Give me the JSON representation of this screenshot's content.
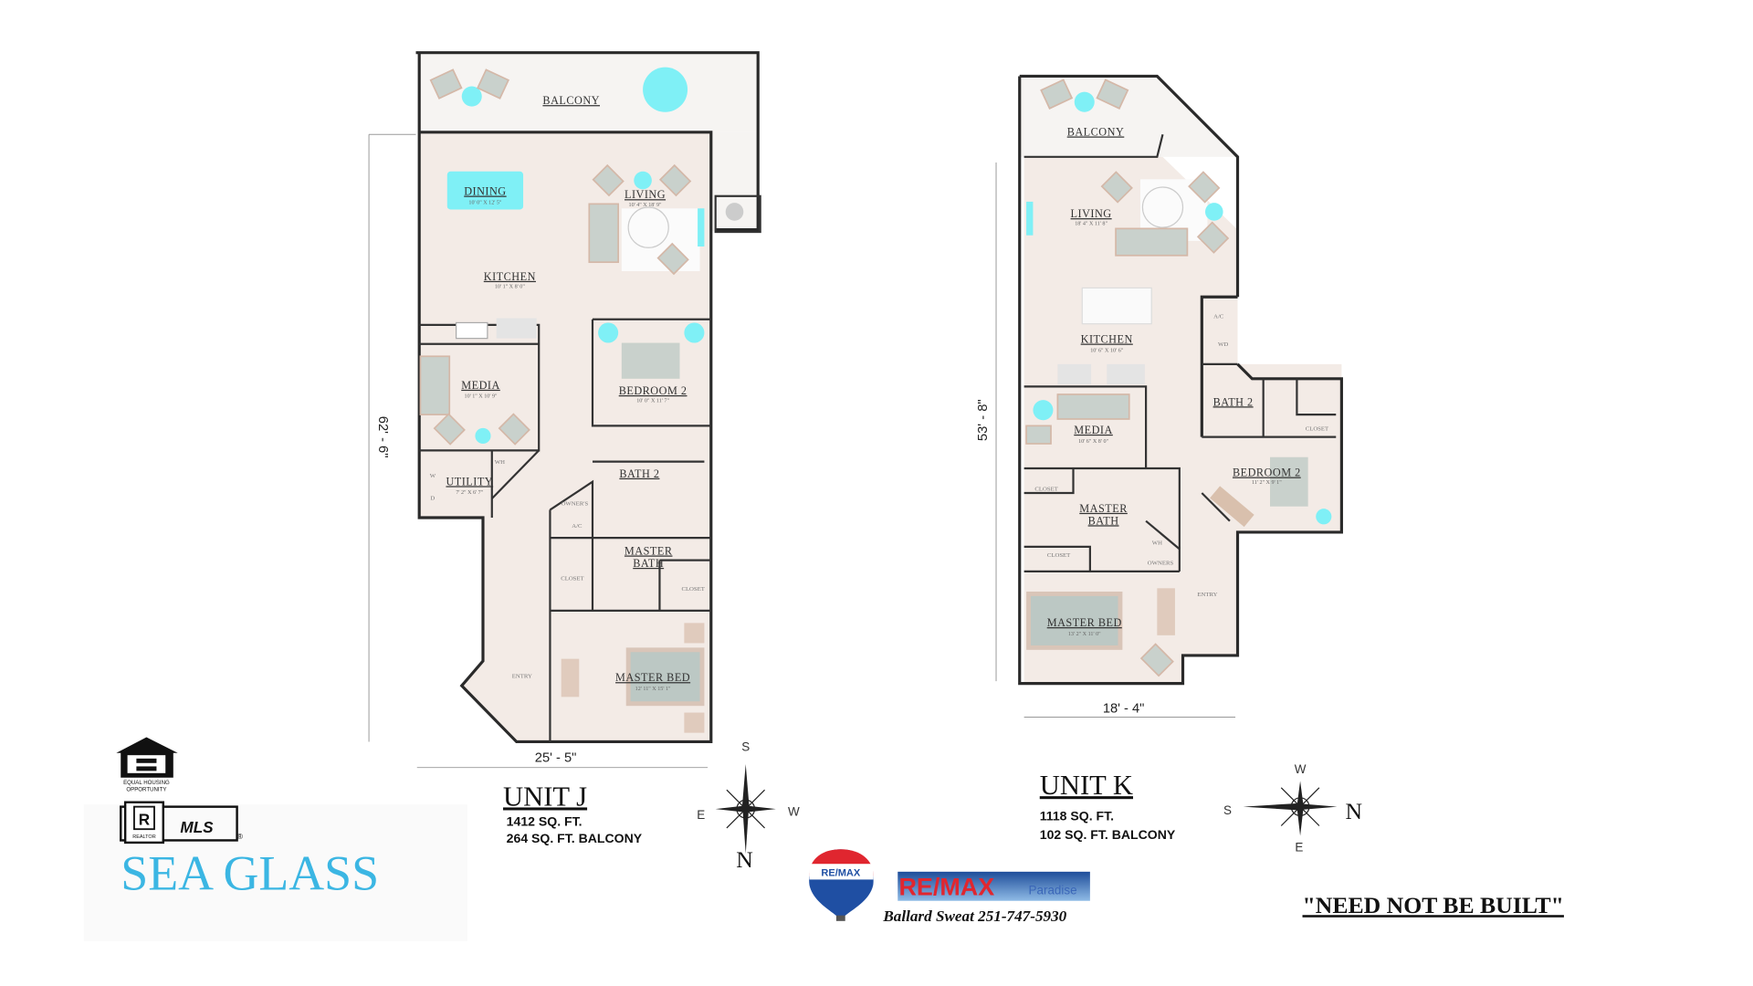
{
  "unit_j": {
    "title": "UNIT J",
    "sqft": "1412 SQ. FT.",
    "balcony_sqft": "264 SQ. FT. BALCONY",
    "dim_vertical": "62' - 6\"",
    "dim_horizontal": "25' - 5\"",
    "rooms": {
      "balcony": "BALCONY",
      "dining": "DINING",
      "dining_dim": "10' 0\" X 12' 5\"",
      "living": "LIVING",
      "living_dim": "10' 4\" X 18' 9\"",
      "kitchen": "KITCHEN",
      "kitchen_dim": "10' 1\" X 8' 0\"",
      "media": "MEDIA",
      "media_dim": "10' 1\" X 10' 9\"",
      "bedroom2": "BEDROOM 2",
      "bedroom2_dim": "10' 0\" X 11' 7\"",
      "utility": "UTILITY",
      "utility_dim": "7' 2\" X 6' 7\"",
      "bath2": "BATH 2",
      "owners": "OWNER'S",
      "ac": "A/C",
      "closet1": "CLOSET",
      "master_bath_1": "MASTER",
      "master_bath_2": "BATH",
      "closet2": "CLOSET",
      "entry": "ENTRY",
      "master_bed": "MASTER BED",
      "master_bed_dim": "12' 11\" X 15' 1\"",
      "wh": "WH",
      "w": "W",
      "d": "D"
    },
    "compass": {
      "top": "S",
      "left": "E",
      "right": "W",
      "bottom": "N"
    }
  },
  "unit_k": {
    "title": "UNIT K",
    "sqft": "1118 SQ. FT.",
    "balcony_sqft": "102 SQ. FT. BALCONY",
    "dim_vertical": "53' - 8\"",
    "dim_horizontal": "18' - 4\"",
    "rooms": {
      "balcony": "BALCONY",
      "living": "LIVING",
      "living_dim": "18' 4\" X 11' 8\"",
      "kitchen": "KITCHEN",
      "kitchen_dim": "10' 6\" X 10' 6\"",
      "media": "MEDIA",
      "media_dim": "10' 6\" X 8' 0\"",
      "closet1": "CLOSET",
      "master_bath_1": "MASTER",
      "master_bath_2": "BATH",
      "closet2": "CLOSET",
      "wh": "WH",
      "owners": "OWNERS",
      "entry": "ENTRY",
      "master_bed": "MASTER BED",
      "master_bed_dim": "13' 2\" X 11' 0\"",
      "ac": "A/C",
      "wd": "WD",
      "bath2": "BATH 2",
      "closet3": "CLOSET",
      "bedroom2": "BEDROOM 2",
      "bedroom2_dim": "11' 2\" X 9' 1\""
    },
    "compass": {
      "top": "W",
      "left": "S",
      "bottom": "E",
      "right": "N"
    }
  },
  "branding": {
    "equal_housing_1": "EQUAL HOUSING",
    "equal_housing_2": "OPPORTUNITY",
    "realtor": "REALTOR",
    "mls": "MLS",
    "registered": "®",
    "sea_glass": "SEA GLASS",
    "remax_balloon": "RE/MAX",
    "remax_banner": "RE/MAX",
    "remax_paradise": "Paradise",
    "agent": "Ballard Sweat 251-747-5930",
    "disclaimer": "\"NEED NOT BE BUILT\""
  },
  "colors": {
    "accent_cyan": "#7ff0f6",
    "sea_glass": "#3bb6e3",
    "remax_red": "#e0262f",
    "remax_blue": "#1f4fa3"
  }
}
